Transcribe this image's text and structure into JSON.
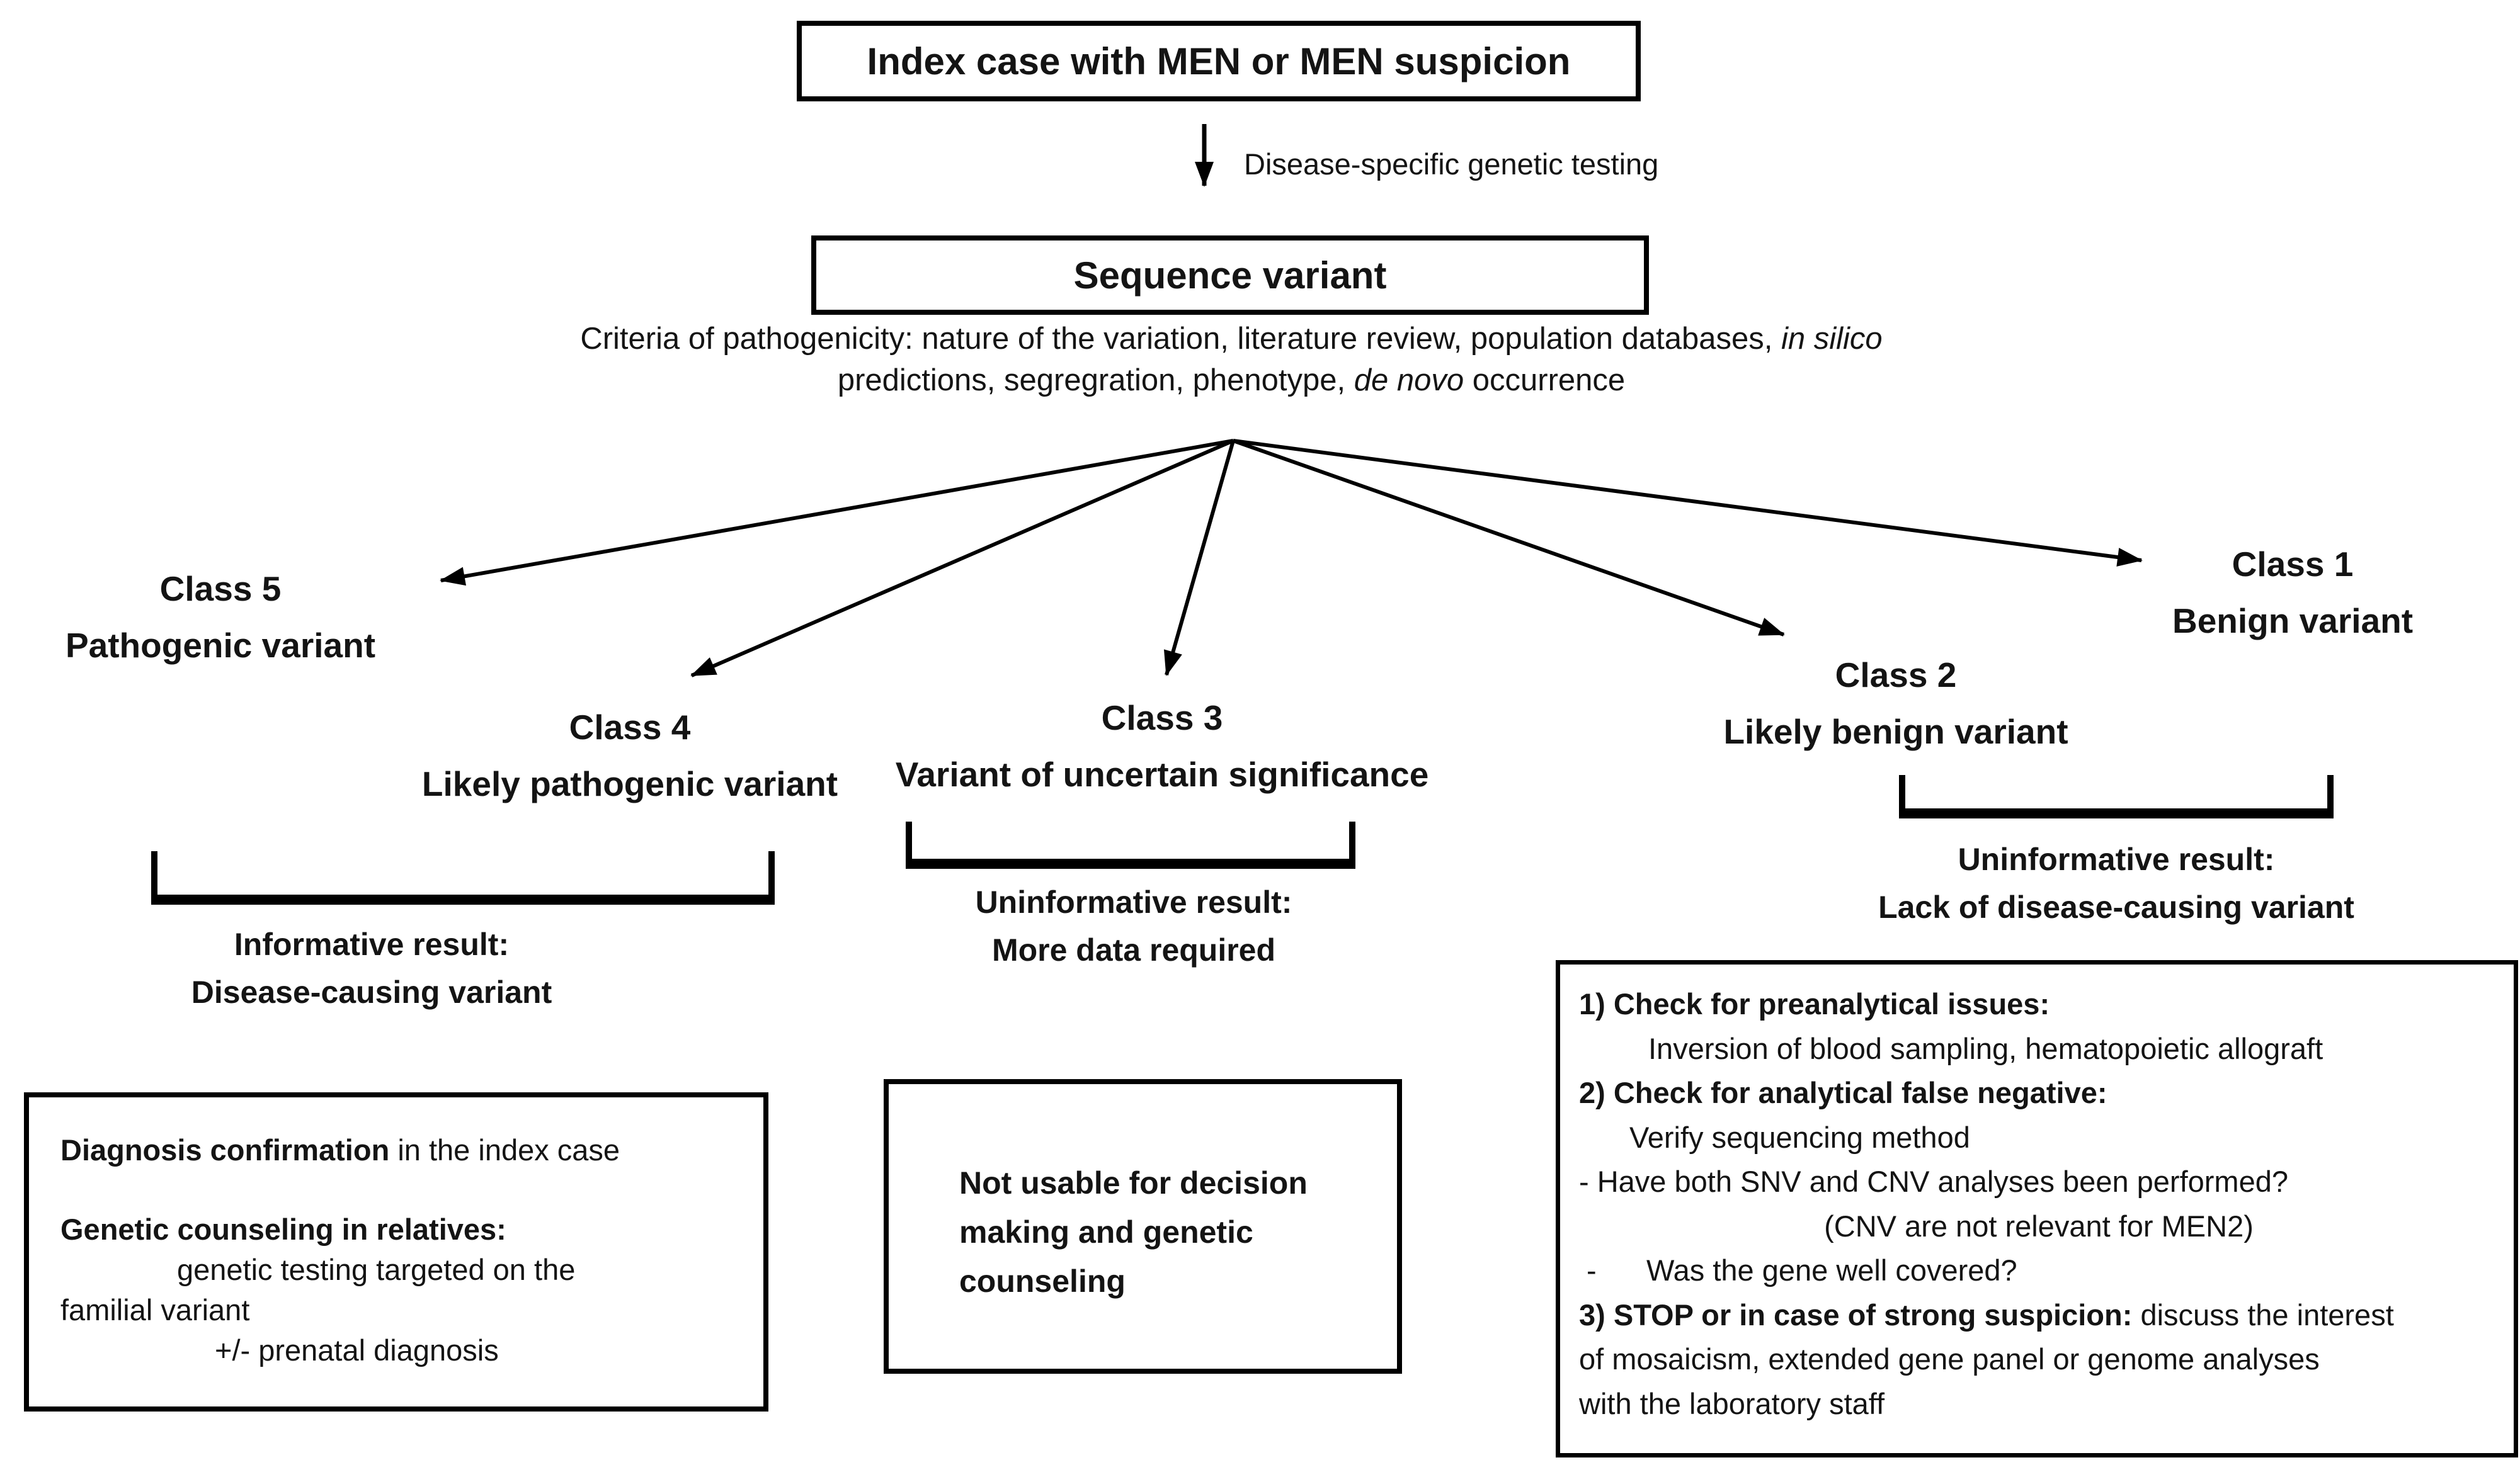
{
  "figure": {
    "index_box": "Index case with MEN or MEN suspicion",
    "testing_arrow_label": "Disease-specific genetic testing",
    "sequence_box": "Sequence variant",
    "criteria": {
      "line1_text": "Criteria of pathogenicity: nature of the variation, literature review, population databases, ",
      "line1_italic": "in silico",
      "line2_text": "predictions, segregration, phenotype, ",
      "line2_italic": "de novo",
      "line2_suffix": " occurrence"
    },
    "classes": [
      {
        "name": "Class 5",
        "label": "Pathogenic variant"
      },
      {
        "name": "Class 4",
        "label": "Likely pathogenic variant"
      },
      {
        "name": "Class 3",
        "label": "Variant of uncertain significance"
      },
      {
        "name": "Class 2",
        "label": "Likely benign variant"
      },
      {
        "name": "Class 1",
        "label": "Benign variant"
      }
    ],
    "results": {
      "informative": {
        "title": "Informative result:",
        "subtitle": "Disease-causing variant"
      },
      "uninformative_vus": {
        "title": "Uninformative result:",
        "subtitle": "More data required"
      },
      "uninformative_benign": {
        "title": "Uninformative result:",
        "subtitle": "Lack of disease-causing variant"
      }
    },
    "action_boxes": {
      "informative_actions": {
        "line1_bold": "Diagnosis confirmation",
        "line1_rest": " in the index case",
        "line2_bold": "Genetic counseling in relatives:",
        "line3": "genetic testing targeted on the",
        "line4": "familial variant",
        "line5": "+/- prenatal diagnosis"
      },
      "vus_actions": {
        "line1": "Not usable for decision",
        "line2": "making and genetic",
        "line3": "counseling"
      },
      "negative_actions": {
        "item1_bold": "1) Check for preanalytical issues:",
        "item1_detail": "Inversion of blood sampling, hematopoietic allograft",
        "item2_bold": "2) Check for analytical false negative:",
        "item2_detail1": "Verify sequencing method",
        "item2_detail2": "- Have both SNV and CNV analyses been performed?",
        "item2_detail3": "(CNV are not relevant for MEN2)",
        "item2_detail4_dash": "-",
        "item2_detail4": "Was the gene well covered?",
        "item3_bold": "3) STOP or in case of strong suspicion:",
        "item3_rest": " discuss the interest",
        "item3_line2": "of mosaicism, extended gene panel or genome analyses",
        "item3_line3": "with the laboratory staff"
      }
    },
    "colors": {
      "text": "#141414",
      "line": "#000000",
      "background": "#ffffff"
    }
  }
}
